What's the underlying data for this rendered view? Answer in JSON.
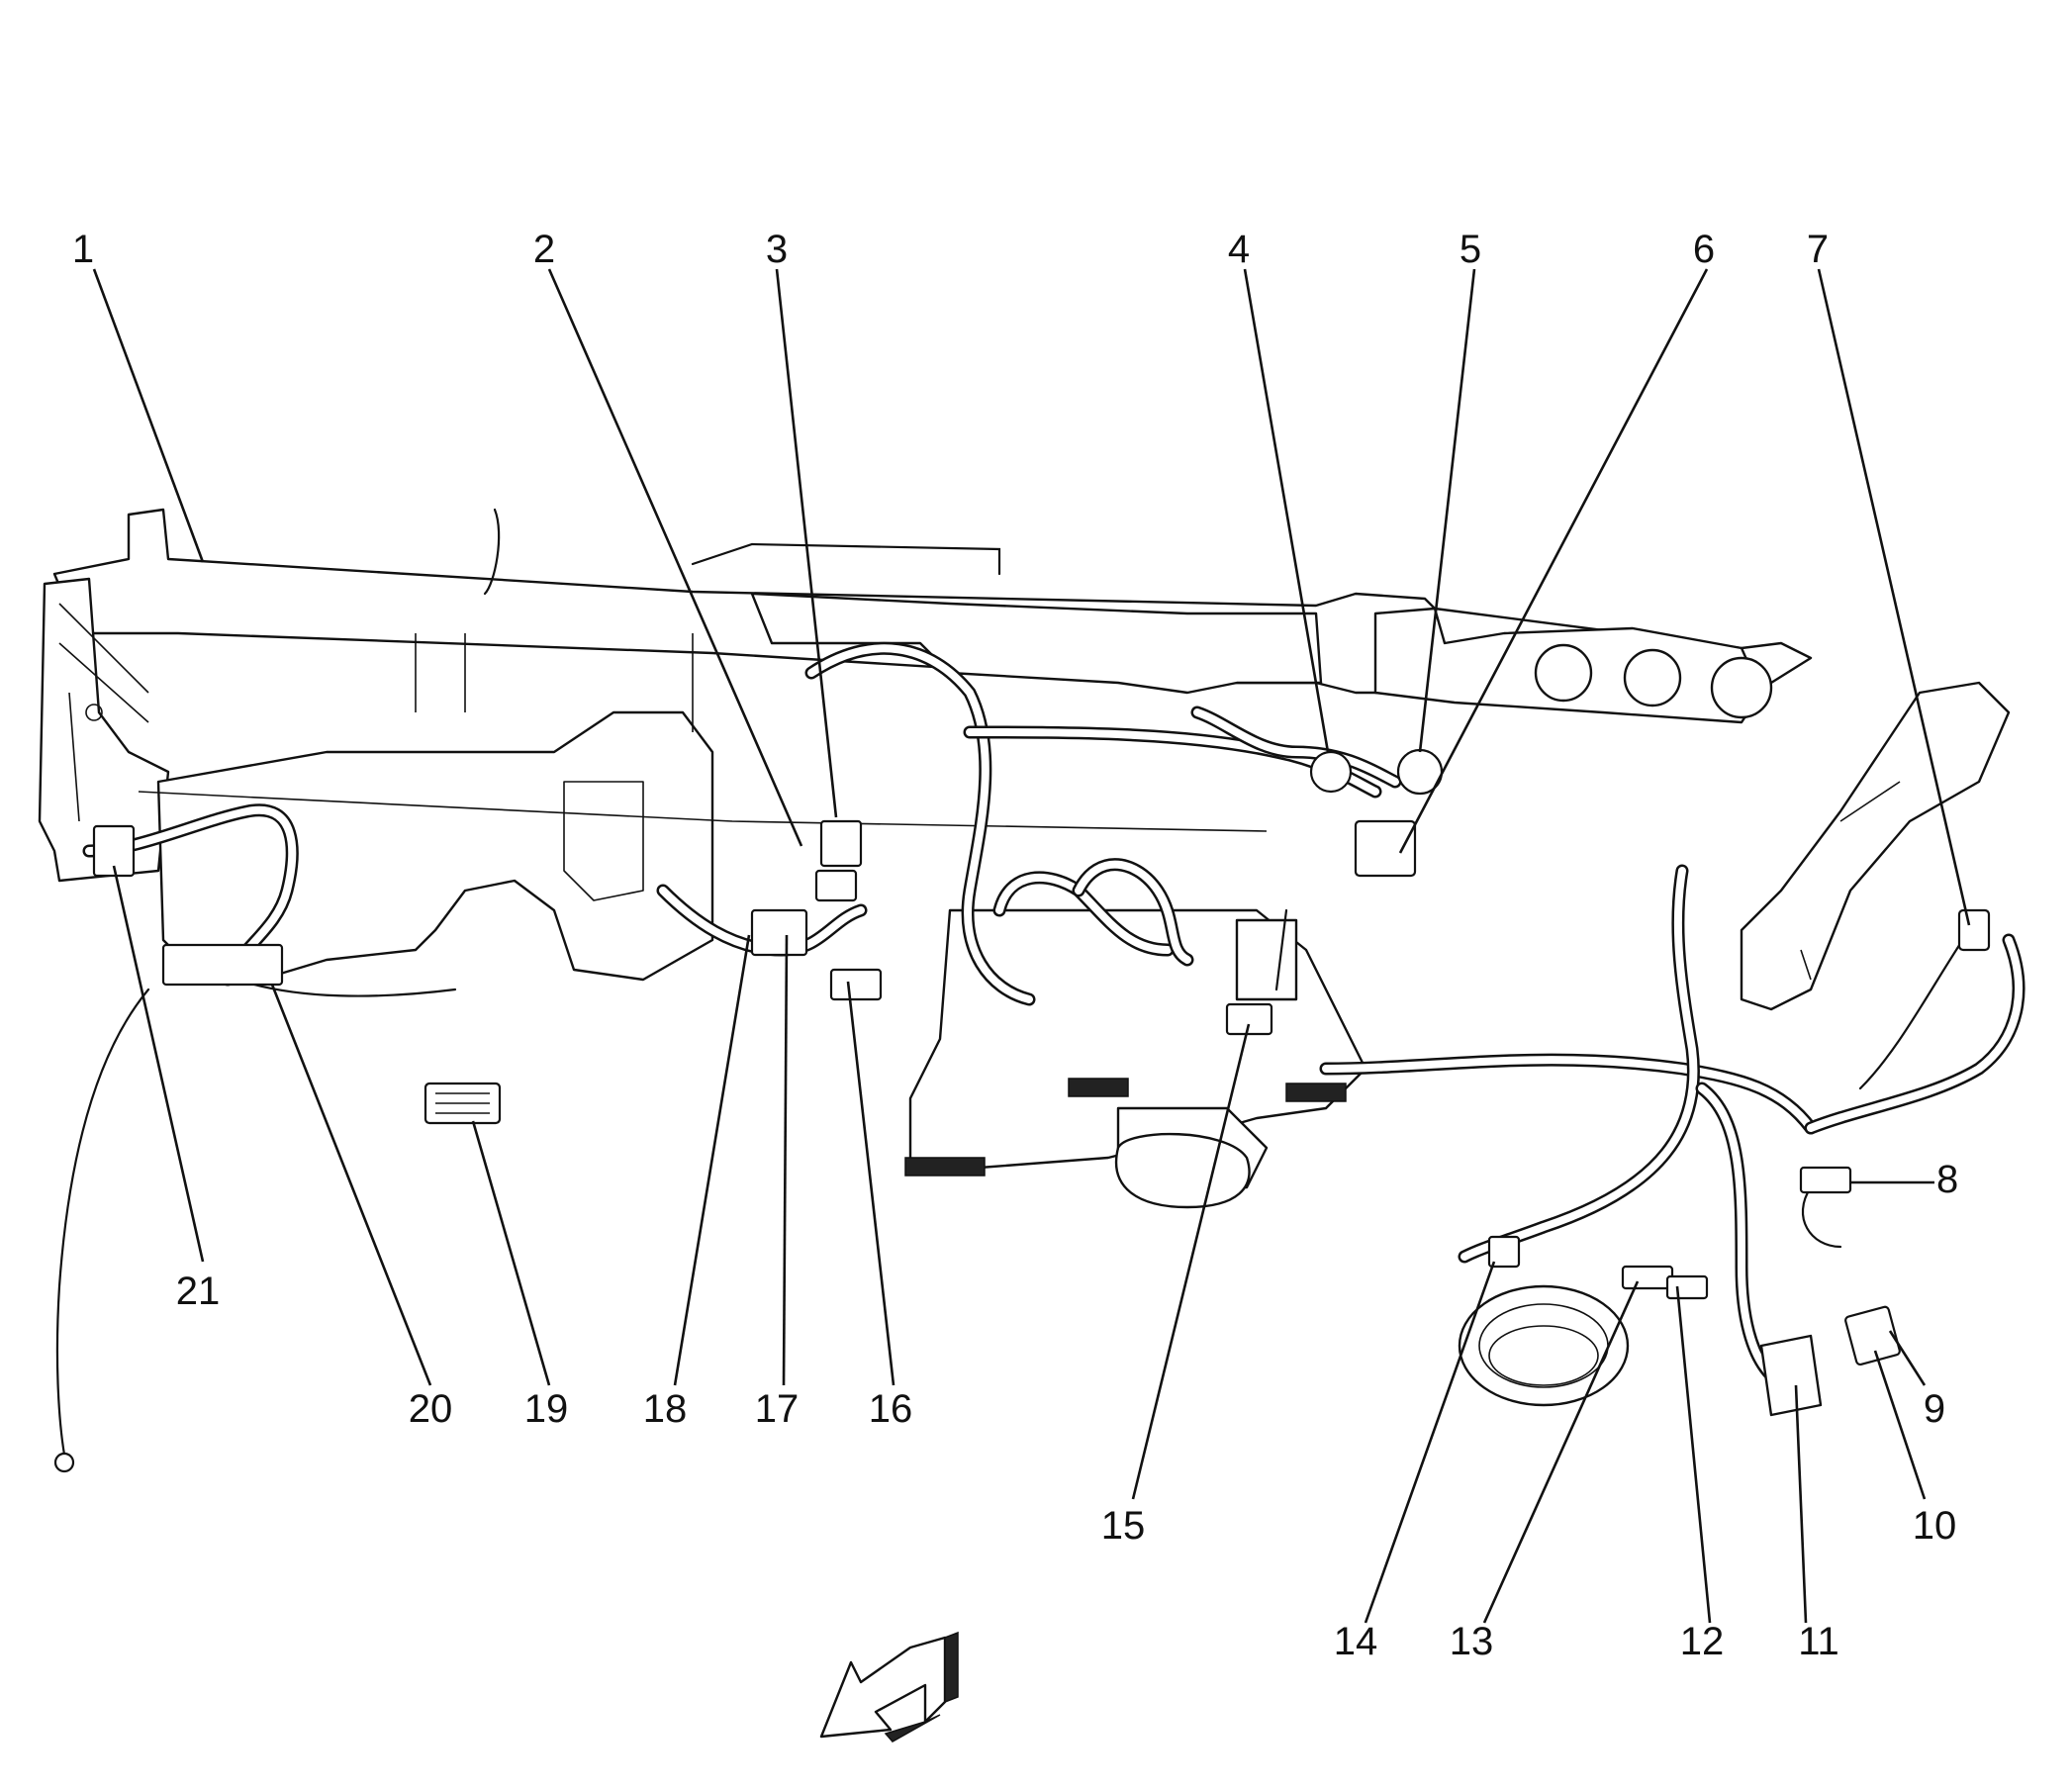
{
  "diagram": {
    "callouts": [
      {
        "num": "1"
      },
      {
        "num": "2"
      },
      {
        "num": "3"
      },
      {
        "num": "4"
      },
      {
        "num": "5"
      },
      {
        "num": "6"
      },
      {
        "num": "7"
      },
      {
        "num": "8"
      },
      {
        "num": "9"
      },
      {
        "num": "10"
      },
      {
        "num": "11"
      },
      {
        "num": "12"
      },
      {
        "num": "13"
      },
      {
        "num": "14"
      },
      {
        "num": "15"
      },
      {
        "num": "16"
      },
      {
        "num": "17"
      },
      {
        "num": "18"
      },
      {
        "num": "19"
      },
      {
        "num": "20"
      },
      {
        "num": "21"
      }
    ],
    "direction_arrow_icon": "forward-direction-arrow-icon",
    "line_color": "#111111",
    "background_color": "#ffffff"
  }
}
